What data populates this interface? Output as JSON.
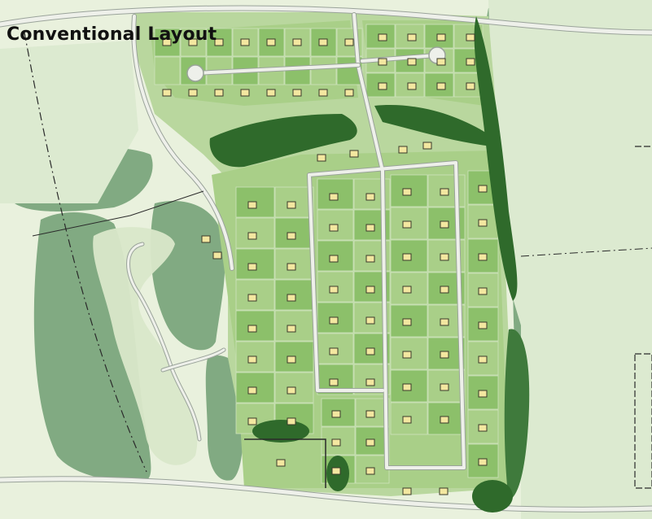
{
  "title": "Conventional Layout",
  "palette": {
    "background": "#e9f1dd",
    "pale_green": "#dcead0",
    "field_green": "#b9d79e",
    "lot_green": "#a9cf88",
    "dark_lot_green": "#8cc06a",
    "forest_green": "#6e9e72",
    "dark_forest": "#3f7a3c",
    "tree_row": "#2f6a2b",
    "road": "#eef0ea",
    "road_edge": "#9aa39a",
    "house_fill": "#f3e7a0",
    "house_outline": "#3a3a2a",
    "property_line": "#2a2a2a"
  },
  "map_elements": [
    "forest-area",
    "residential-lot",
    "house-footprint",
    "road",
    "cul-de-sac",
    "tree-row",
    "property-line",
    "pond"
  ]
}
